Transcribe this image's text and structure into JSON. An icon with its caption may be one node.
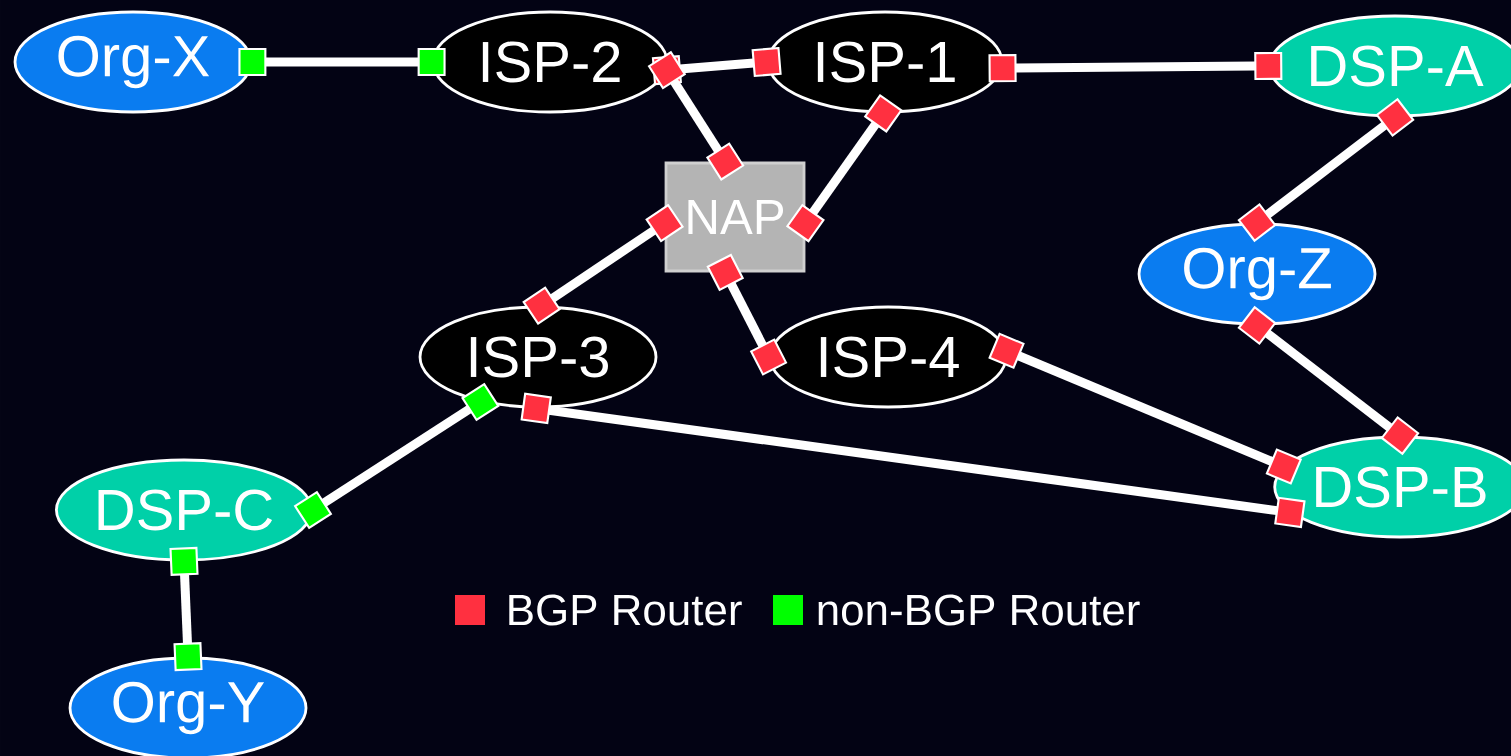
{
  "diagram": {
    "nodes": [
      {
        "text": [
          "Org-X"
        ]
      },
      {
        "text": [
          "ISP-2"
        ]
      },
      {
        "text": [
          "ISP-1"
        ]
      },
      {
        "text": [
          "DSP-A"
        ]
      },
      {
        "text": [
          "NAP"
        ]
      },
      {
        "text": [
          "Org-Z"
        ]
      },
      {
        "text": [
          "ISP-3"
        ]
      },
      {
        "text": [
          "ISP-4"
        ]
      },
      {
        "text": [
          "DSP-B"
        ]
      },
      {
        "text": [
          "DSP-C"
        ]
      },
      {
        "text": [
          "Org-Y"
        ]
      }
    ],
    "edges": [
      {
        "from": 0,
        "to": 1,
        "arrow": "other"
      },
      {
        "from": 1,
        "to": 2,
        "arrow": "other"
      },
      {
        "from": 2,
        "to": 3,
        "arrow": "other"
      },
      {
        "from": 1,
        "to": 4,
        "arrow": "other"
      },
      {
        "from": 2,
        "to": 4,
        "arrow": "other"
      },
      {
        "from": 3,
        "to": 5,
        "arrow": "other"
      },
      {
        "from": 4,
        "to": 6,
        "arrow": "other"
      },
      {
        "from": 4,
        "to": 7,
        "arrow": "other"
      },
      {
        "from": 5,
        "to": 8,
        "arrow": "other"
      },
      {
        "from": 7,
        "to": 8,
        "arrow": "other"
      },
      {
        "from": 6,
        "to": 8,
        "arrow": "other"
      },
      {
        "from": 6,
        "to": 9,
        "arrow": "other"
      },
      {
        "from": 9,
        "to": 10,
        "arrow": "other"
      }
    ],
    "legend": [
      {
        "text": "BGP Router",
        "color": "#ff3040"
      },
      {
        "text": "non-BGP Router",
        "color": "#00ff00"
      }
    ]
  }
}
